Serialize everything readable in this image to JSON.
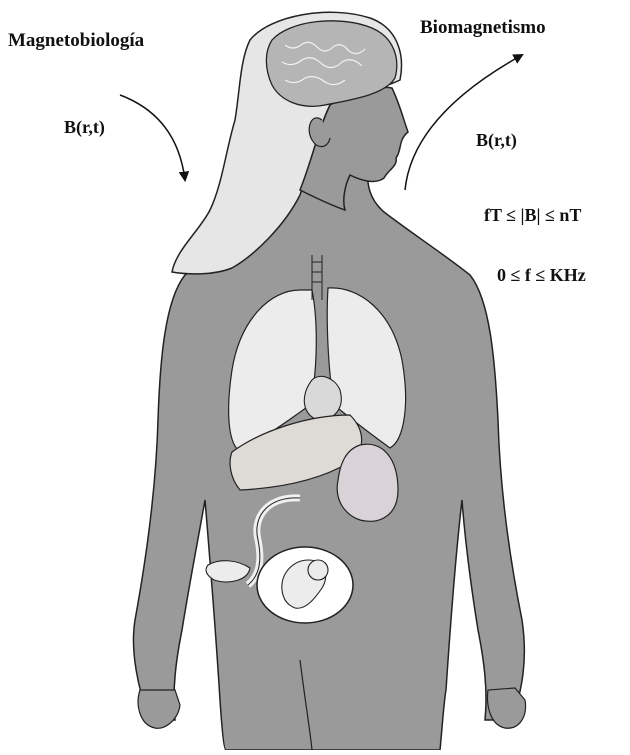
{
  "labels": {
    "left_title": "Magnetobiología",
    "right_title": "Biomagnetismo",
    "field_left": "B(r,t)",
    "field_right": "B(r,t)",
    "field_range": "fT ≤ |B| ≤ nT",
    "frequency_range": "0 ≤ f ≤ KHz"
  },
  "colors": {
    "body": "#9a9a9a",
    "outline": "#222222",
    "hair": "#e6e6e6",
    "brain": "#b5b5b5",
    "organs": "#ececec",
    "liver": "#dedad6",
    "stomach": "#d9d2d6",
    "background": "#ffffff"
  },
  "icons": {
    "left_arrow": "curved-arrow-down-right-icon",
    "right_arrow": "curved-arrow-up-right-icon"
  }
}
